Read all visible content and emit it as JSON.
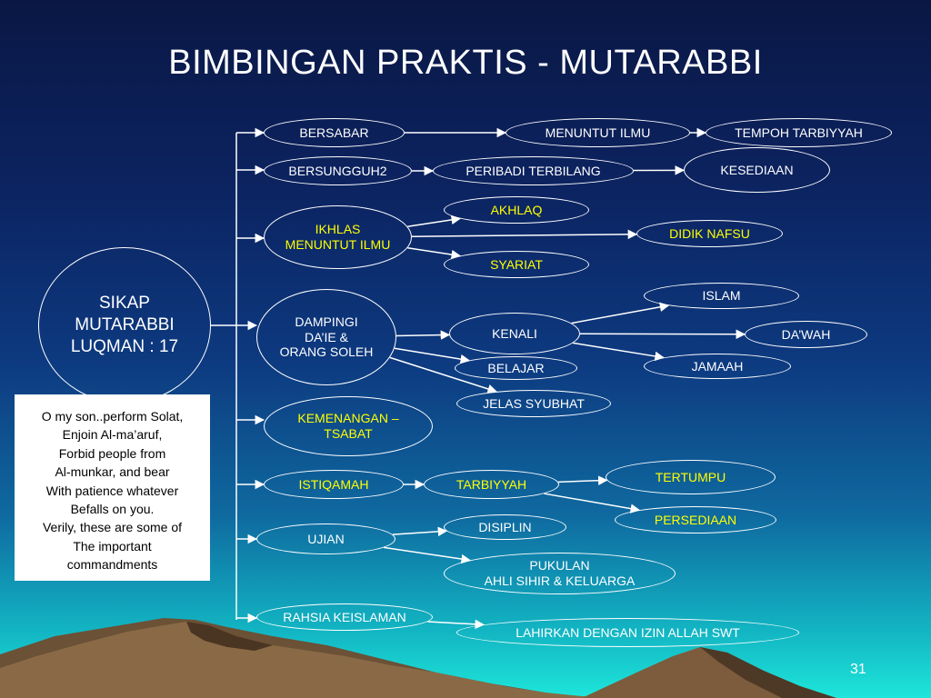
{
  "slide": {
    "title": "BIMBINGAN PRAKTIS - MUTARABBI",
    "page_number": "31"
  },
  "colors": {
    "text": "#ffffff",
    "highlight": "#ffff00",
    "quote_bg": "#ffffff",
    "quote_text": "#000000"
  },
  "quote_text": "O my son..perform Solat,\nEnjoin Al-ma’aruf,\nForbid people from\nAl-munkar, and bear\nWith patience whatever\nBefalls on you.\nVerily, these are some of\nThe important\ncommandments",
  "nodes": {
    "root": "SIKAP\nMUTARABBI\nLUQMAN : 17",
    "bersabar": "BERSABAR",
    "menuntut_ilmu": "MENUNTUT ILMU",
    "tempoh_tarbiyyah": "TEMPOH TARBIYYAH",
    "bersungguh2": "BERSUNGGUH2",
    "peribadi_terbilang": "PERIBADI TERBILANG",
    "kesediaan": "KESEDIAAN",
    "ikhlas": "IKHLAS\nMENUNTUT ILMU",
    "akhlaq": "AKHLAQ",
    "didik_nafsu": "DIDIK NAFSU",
    "syariat": "SYARIAT",
    "dampingi": "DAMPINGI\nDA’IE &\nORANG SOLEH",
    "kenali": "KENALI",
    "islam": "ISLAM",
    "dawah": "DA’WAH",
    "jamaah": "JAMAAH",
    "belajar": "BELAJAR",
    "jelas_syubhat": "JELAS SYUBHAT",
    "kemenangan": "KEMENANGAN –\nTSABAT",
    "istiqamah": "ISTIQAMAH",
    "tarbiyyah": "TARBIYYAH",
    "tertumpu": "TERTUMPU",
    "persediaan": "PERSEDIAAN",
    "ujian": "UJIAN",
    "disiplin": "DISIPLIN",
    "pukulan": "PUKULAN\nAHLI SIHIR & KELUARGA",
    "rahsia_keislaman": "RAHSIA KEISLAMAN",
    "lahirkan": "LAHIRKAN DENGAN IZIN ALLAH SWT"
  },
  "edges": [
    [
      "bersabar",
      "menuntut_ilmu"
    ],
    [
      "menuntut_ilmu",
      "tempoh_tarbiyyah"
    ],
    [
      "bersungguh2",
      "peribadi_terbilang"
    ],
    [
      "peribadi_terbilang",
      "kesediaan"
    ],
    [
      "ikhlas",
      "akhlaq"
    ],
    [
      "ikhlas",
      "didik_nafsu"
    ],
    [
      "ikhlas",
      "syariat"
    ],
    [
      "dampingi",
      "kenali"
    ],
    [
      "dampingi",
      "belajar"
    ],
    [
      "dampingi",
      "jelas_syubhat"
    ],
    [
      "kenali",
      "islam"
    ],
    [
      "kenali",
      "dawah"
    ],
    [
      "kenali",
      "jamaah"
    ],
    [
      "istiqamah",
      "tarbiyyah"
    ],
    [
      "tarbiyyah",
      "tertumpu"
    ],
    [
      "tarbiyyah",
      "persediaan"
    ],
    [
      "ujian",
      "disiplin"
    ],
    [
      "ujian",
      "pukulan"
    ],
    [
      "rahsia_keislaman",
      "lahirkan"
    ]
  ]
}
